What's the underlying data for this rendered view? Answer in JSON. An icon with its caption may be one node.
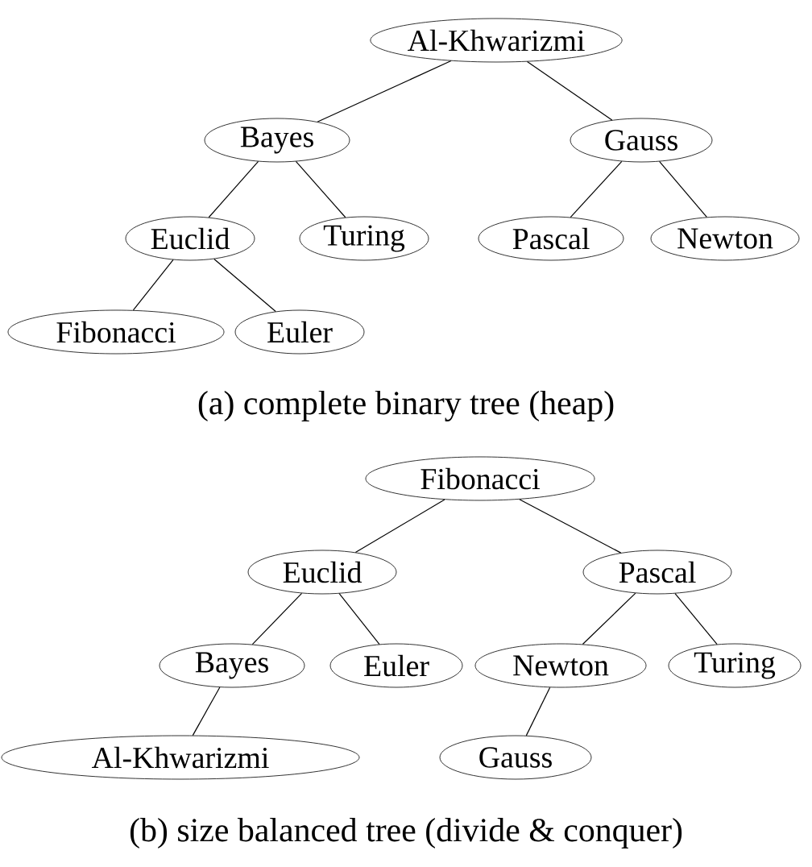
{
  "diagram": {
    "nodes": [
      {
        "text": [
          "Al-Khwarizmi"
        ]
      },
      {
        "text": [
          "Bayes"
        ]
      },
      {
        "text": [
          "Gauss"
        ]
      },
      {
        "text": [
          "Euclid"
        ]
      },
      {
        "text": [
          "Turing"
        ]
      },
      {
        "text": [
          "Pascal"
        ]
      },
      {
        "text": [
          "Newton"
        ]
      },
      {
        "text": [
          "Fibonacci"
        ]
      },
      {
        "text": [
          "Euler"
        ]
      },
      {
        "text": [
          "Fibonacci"
        ]
      },
      {
        "text": [
          "Euclid"
        ]
      },
      {
        "text": [
          "Pascal"
        ]
      },
      {
        "text": [
          "Bayes"
        ]
      },
      {
        "text": [
          "Euler"
        ]
      },
      {
        "text": [
          "Newton"
        ]
      },
      {
        "text": [
          "Turing"
        ]
      },
      {
        "text": [
          "Al-Khwarizmi"
        ]
      },
      {
        "text": [
          "Gauss"
        ]
      }
    ],
    "edges": [
      {
        "from": 0,
        "to": 1,
        "arrow": "none"
      },
      {
        "from": 0,
        "to": 2,
        "arrow": "none"
      },
      {
        "from": 1,
        "to": 3,
        "arrow": "none"
      },
      {
        "from": 1,
        "to": 4,
        "arrow": "none"
      },
      {
        "from": 2,
        "to": 5,
        "arrow": "none"
      },
      {
        "from": 2,
        "to": 6,
        "arrow": "none"
      },
      {
        "from": 3,
        "to": 7,
        "arrow": "none"
      },
      {
        "from": 3,
        "to": 8,
        "arrow": "none"
      },
      {
        "from": 9,
        "to": 10,
        "arrow": "none"
      },
      {
        "from": 9,
        "to": 11,
        "arrow": "none"
      },
      {
        "from": 10,
        "to": 12,
        "arrow": "none"
      },
      {
        "from": 10,
        "to": 13,
        "arrow": "none"
      },
      {
        "from": 11,
        "to": 14,
        "arrow": "none"
      },
      {
        "from": 11,
        "to": 15,
        "arrow": "none"
      },
      {
        "from": 12,
        "to": 16,
        "arrow": "none"
      },
      {
        "from": 14,
        "to": 17,
        "arrow": "none"
      }
    ],
    "labels": [
      "(a) complete binary tree (heap)",
      "(b) size balanced tree (divide & conquer)"
    ]
  }
}
